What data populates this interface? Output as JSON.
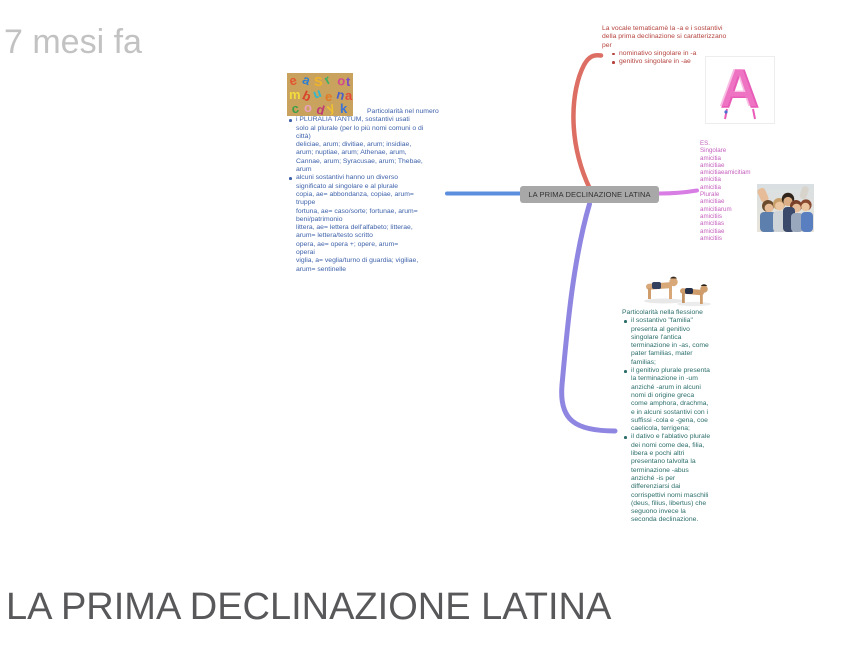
{
  "meta": {
    "timestamp": "7 mesi fa",
    "page_title": "LA PRIMA DECLINAZIONE LATINA"
  },
  "map": {
    "node_label": "LA PRIMA DECLINAZIONE LATINA",
    "branches": {
      "vocale": {
        "intro": "La vocale tematicamè la -a e i sostantivi\ndella prima declinazione si caratterizzano\nper",
        "bullets": [
          "nominativo singolare in -a",
          "genitivo singolare in -ae"
        ]
      },
      "numero": {
        "heading": "Particolarità nel numero",
        "bullets": [
          "i PLURALIA TANTUM, sostantivi usati\nsolo al plurale (per lo più nomi comuni o di\ncittà)\ndeliciae, arum; divitiae, arum; insidiae,\narum; nuptiae, arum; Athenae, arum,\nCannae, arum; Syracusae, arum; Thebae,\narum",
          "alcuni sostantivi hanno un diverso\nsignificato al singolare e al plurale\ncopia, ae= abbondanza, copiae, arum=\ntruppe\nfortuna, ae= caso/sorte; fortunae, arum=\nbeni/patrimonio\nlittera, ae= lettera dell'alfabeto; litterae,\narum= lettera/testo scritto\nopera, ae= opera +; opere, arum=\noperai\nviglia, a= veglia/turno di guardia; vigiliae,\narum= sentinelle"
        ]
      },
      "esempio": {
        "lines": "ES.\nSingolare\namicitia\namicitiae\namicitiaeamicitiam\namicitia\namicitia\nPlurale\namicitiae\namicitiarum\namicitiis\namicitias\namicitiae\namicitiis"
      },
      "flessione": {
        "heading": "Particolarità nella flessione",
        "bullets": [
          "il sostantivo \"familia\"\npresenta al genitivo\nsingolare l'antica\nterminazione in -as, come\npater familias, mater\nfamilias;",
          "il genitivo plurale presenta\nla terminazione in -um\nanziché -arum in alcuni\nnomi di origine greca\ncome amphora, drachma,\ne in alcuni sostantivi con i\nsuffissi -cola e -gena, coe\ncaelicola, terrigena;",
          "il dativo e l'ablativo plurale\ndei nomi come dea, filia,\nlibera e pochi altri\npresentano talvolta la\nterminazione -abus\nanziché -is per\ndifferenziarsi dai\ncorrispettivi nomi maschili\n(deus, filius, libertus) che\nseguono invece la\nseconda declinazione."
        ]
      }
    },
    "images": {
      "letters": "colorful-plastic-letters-photo",
      "balloon": "pink-letter-a-balloon-photo",
      "selfie": "group-selfie-photo",
      "pushup": "two-men-pushups-photo"
    }
  },
  "colors": {
    "node_bg": "#a8a8a8",
    "branch_numero_text": "#3e62aa",
    "branch_vocale_text": "#b5443f",
    "branch_esempio_text": "#c45fbe",
    "branch_flessione_text": "#2b6e6a",
    "connector_left": "#5c8ede",
    "connector_right": "#d77de4",
    "connector_top": "#dd6e64",
    "connector_bottom": "#8f86e2",
    "balloon_pink": "#e85cb8",
    "timestamp_text": "#c2c2c2",
    "title_text": "#58585a"
  }
}
